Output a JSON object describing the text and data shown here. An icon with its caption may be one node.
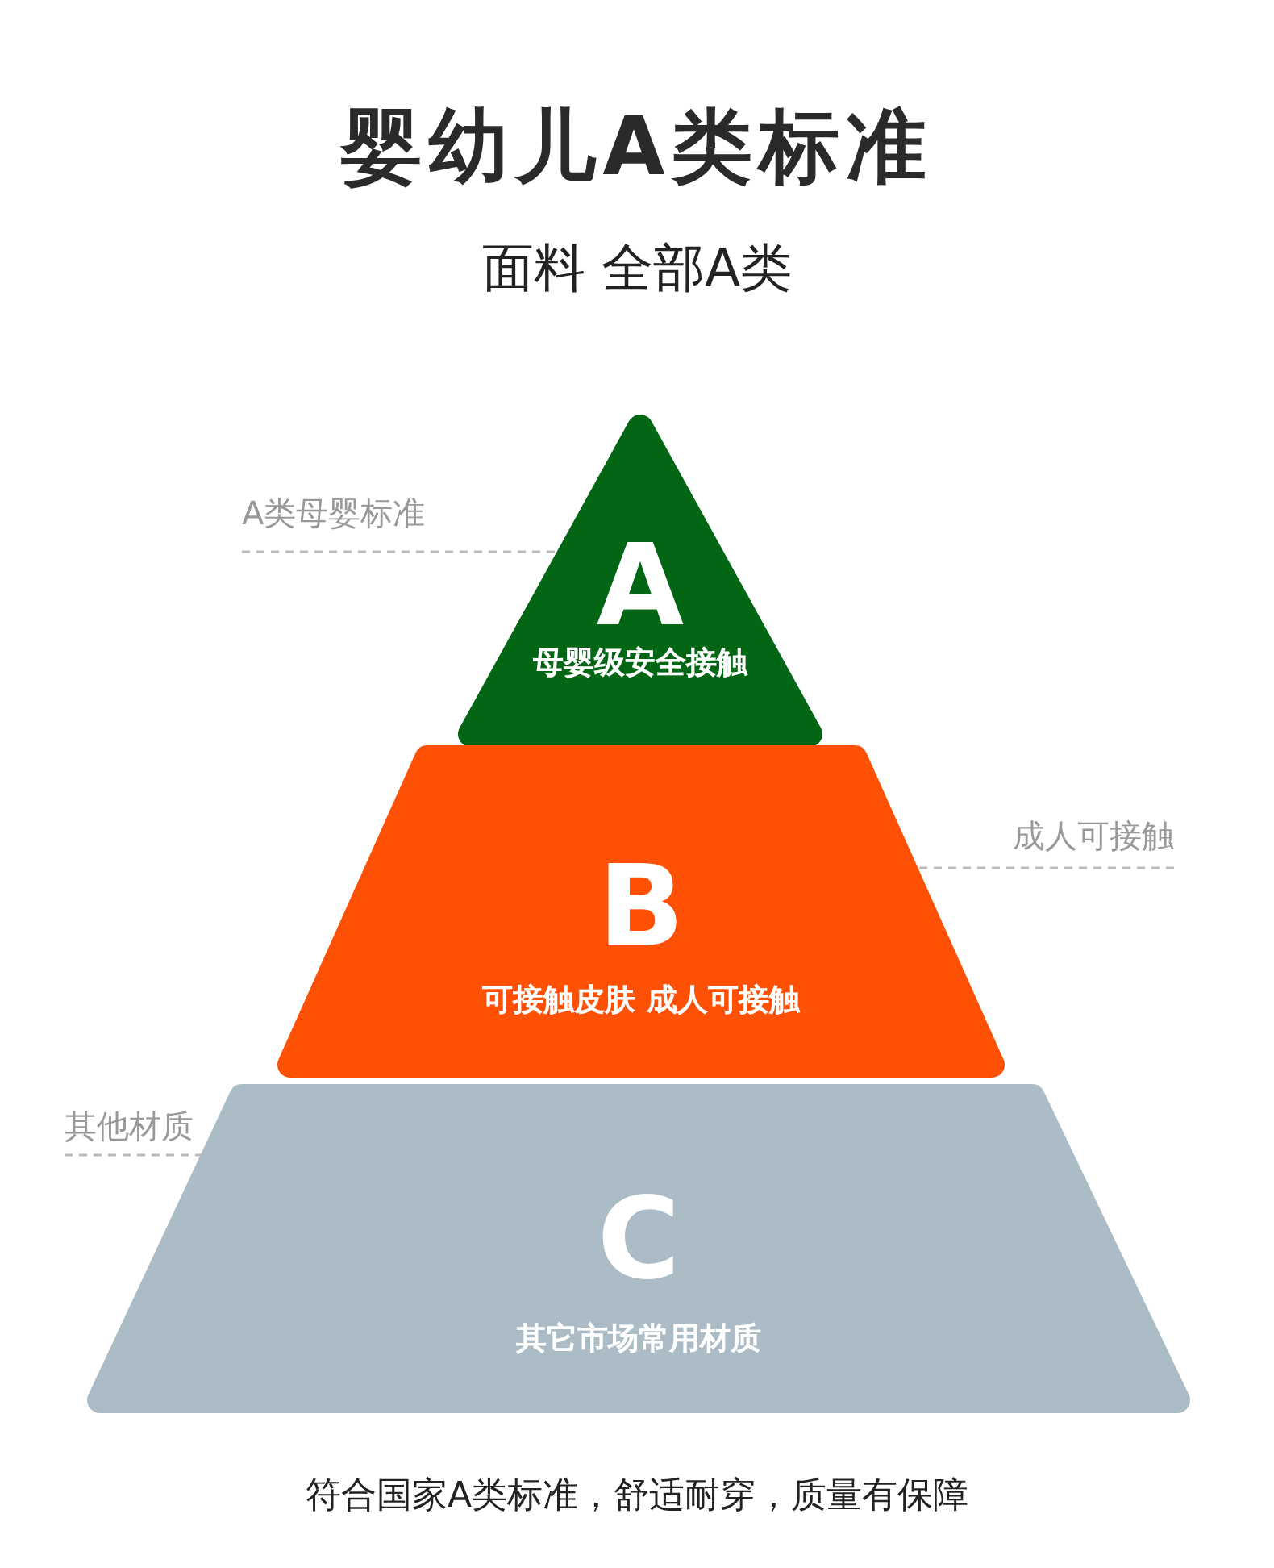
{
  "diagram": {
    "title": "婴幼儿A类标准",
    "nodes": [
      {
        "text": [
          "A类母婴标准"
        ]
      },
      {
        "text": [
          "A",
          "母婴级安全接触"
        ]
      },
      {
        "text": [
          "成人可接触"
        ]
      },
      {
        "text": [
          "B",
          "可接触皮肤 成人可接触"
        ]
      },
      {
        "text": [
          "其他材质"
        ]
      },
      {
        "text": [
          "C",
          "其它市场常用材质"
        ]
      }
    ],
    "edges": [
      {
        "from": 0,
        "to": 1,
        "arrow": "none",
        "style": "dashed"
      },
      {
        "from": 2,
        "to": 3,
        "arrow": "none",
        "style": "dashed"
      },
      {
        "from": 4,
        "to": 5,
        "arrow": "none",
        "style": "dashed"
      }
    ],
    "labels": [
      "面料 全部A类"
    ],
    "caption": "符合国家A类标准，舒适耐穿，质量有保障"
  }
}
